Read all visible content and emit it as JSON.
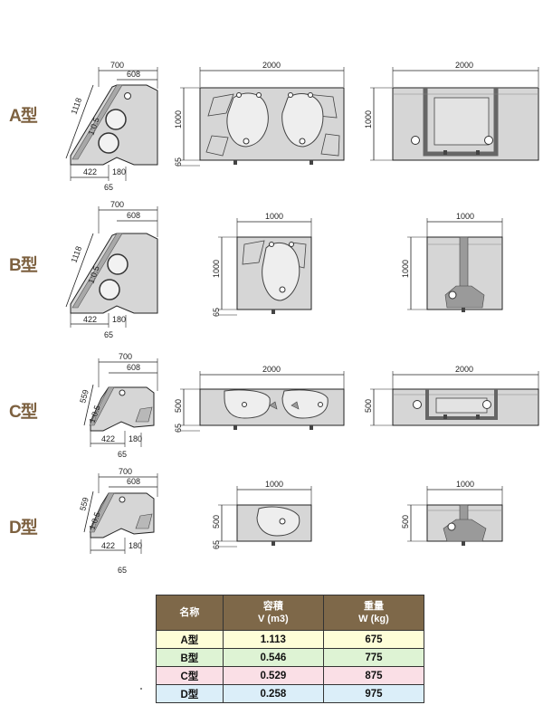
{
  "rows": [
    {
      "label": "A型"
    },
    {
      "label": "B型"
    },
    {
      "label": "C型"
    },
    {
      "label": "D型"
    }
  ],
  "dims": {
    "a": {
      "w700": "700",
      "w608": "608",
      "slope_len": "1118",
      "slope": "1:0.5",
      "b422": "422",
      "b180": "180",
      "b65": "65",
      "front_w": "2000",
      "front_h": "1000",
      "front_base": "65",
      "back_w": "2000",
      "back_h": "1000"
    },
    "b": {
      "w700": "700",
      "w608": "608",
      "slope_len": "1118",
      "slope": "1:0.5",
      "b422": "422",
      "b180": "180",
      "b65": "65",
      "front_w": "1000",
      "front_h": "1000",
      "front_base": "65",
      "back_w": "1000",
      "back_h": "1000"
    },
    "c": {
      "w700": "700",
      "w608": "608",
      "slope_len": "559",
      "slope": "1:0.5",
      "b422": "422",
      "b180": "180",
      "b65": "65",
      "front_w": "2000",
      "front_h": "500",
      "front_base": "65",
      "back_w": "2000",
      "back_h": "500"
    },
    "d": {
      "w700": "700",
      "w608": "608",
      "slope_len": "559",
      "slope": "1:0.5",
      "b422": "422",
      "b180": "180",
      "b65": "65",
      "front_w": "1000",
      "front_h": "500",
      "front_base": "65",
      "back_w": "1000",
      "back_h": "500"
    }
  },
  "table": {
    "headers": [
      {
        "line1": "名称",
        "line2": ""
      },
      {
        "line1": "容積",
        "line2": "V (m3)"
      },
      {
        "line1": "重量",
        "line2": "W (kg)"
      }
    ],
    "rows": [
      {
        "name": "A型",
        "volume": "1.113",
        "weight": "675"
      },
      {
        "name": "B型",
        "volume": "0.546",
        "weight": "775"
      },
      {
        "name": "C型",
        "volume": "0.529",
        "weight": "875"
      },
      {
        "name": "D型",
        "volume": "0.258",
        "weight": "975"
      }
    ]
  },
  "colors": {
    "block_fill": "#d6d6d6",
    "block_dark": "#9a9a9a",
    "line": "#222222",
    "label": "#7d6140",
    "header_bg": "#7e6849"
  }
}
